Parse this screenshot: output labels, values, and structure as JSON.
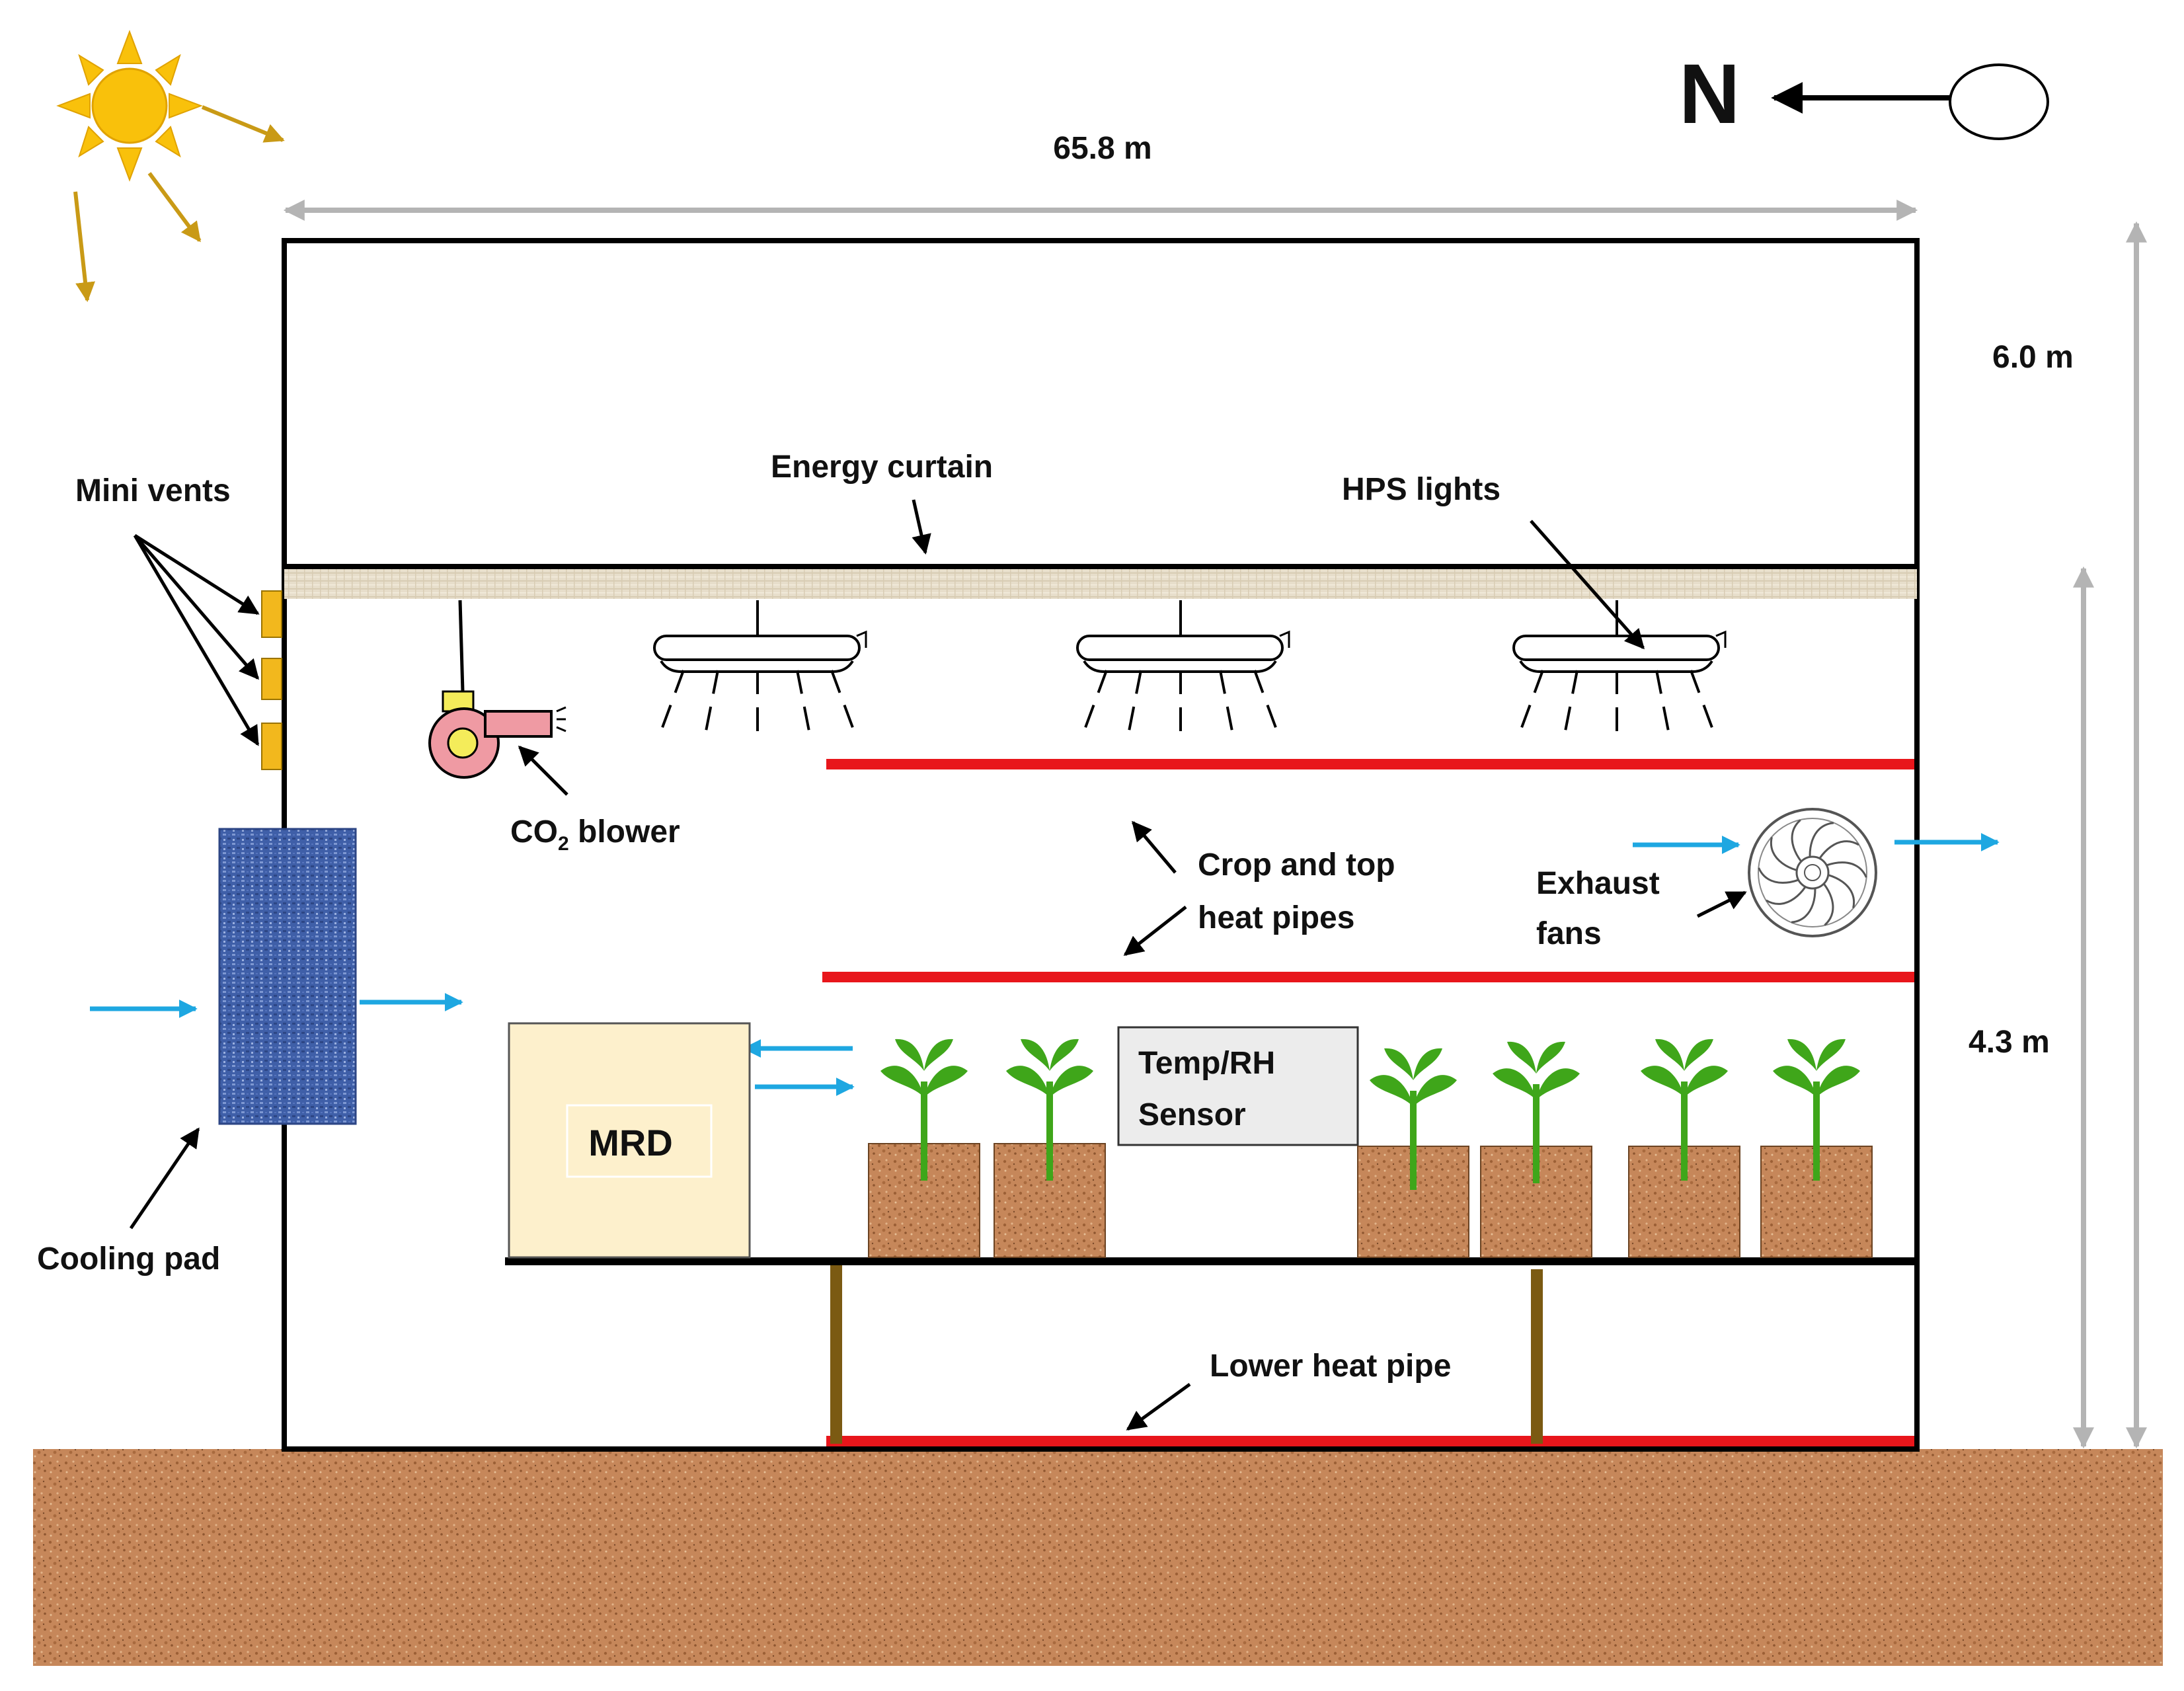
{
  "labels": {
    "width": "65.8 m",
    "height_total": "6.0 m",
    "height_curtain": "4.3 m",
    "north": "N",
    "mini_vents": "Mini vents",
    "energy_curtain": "Energy curtain",
    "hps_lights": "HPS lights",
    "co2_prefix": "CO",
    "co2_sub": "2",
    "co2_suffix": " blower",
    "crop_pipes_line1": "Crop and top",
    "crop_pipes_line2": "heat pipes",
    "exhaust_line1": "Exhaust",
    "exhaust_line2": "fans",
    "mrd": "MRD",
    "sensor_line1": "Temp/RH",
    "sensor_line2": "Sensor",
    "cooling_pad": "Cooling pad",
    "lower_heat_pipe": "Lower heat pipe"
  },
  "colors": {
    "outline": "#000000",
    "dimension": "#b4b4b4",
    "heat_pipe": "#e8161b",
    "airflow": "#1ea7e1",
    "sun": "#f9c10b",
    "sun_ray": "#c99a16",
    "vent": "#f2b81d",
    "blower": "#ef9aa3",
    "cooling_pad": "#3f5fa8",
    "mrd_fill": "#fdf0cc",
    "sensor_fill": "#ececec",
    "soil": "#c6875a",
    "plant": "#3fa61a",
    "post": "#7b5a12",
    "curtain": "#e7decb"
  }
}
